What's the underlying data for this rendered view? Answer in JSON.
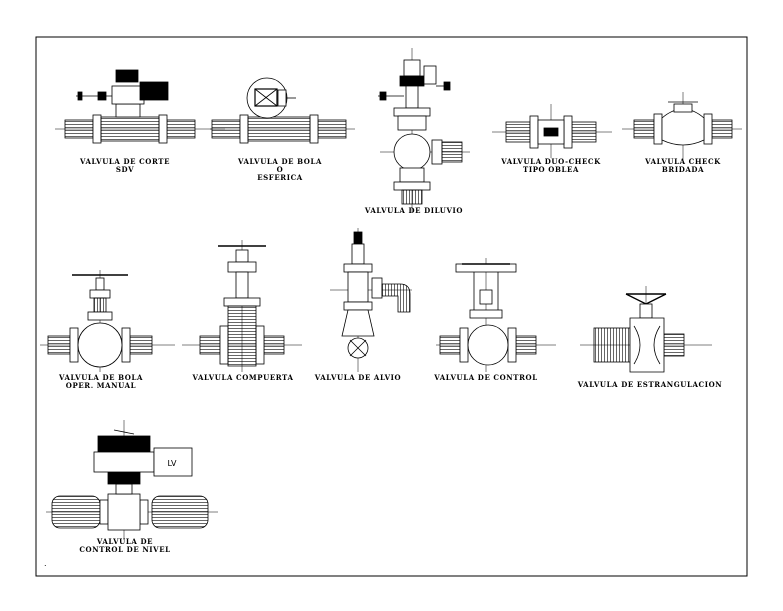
{
  "sheet": {
    "dot_label": "."
  },
  "valves": [
    {
      "key": "sdv",
      "lines": [
        "VALVULA DE CORTE",
        "SDV"
      ]
    },
    {
      "key": "bola",
      "lines": [
        "VALVULA DE BOLA",
        "O",
        "ESFERICA"
      ]
    },
    {
      "key": "diluvio",
      "lines": [
        "VALVULA DE DILUVIO"
      ]
    },
    {
      "key": "duo_check",
      "lines": [
        "VALVULA DUO-CHECK",
        "TIPO OBLEA"
      ]
    },
    {
      "key": "check",
      "lines": [
        "VALVULA CHECK",
        "BRIDADA"
      ]
    },
    {
      "key": "bola_manual",
      "lines": [
        "VALVULA DE BOLA",
        "OPER. MANUAL"
      ]
    },
    {
      "key": "compuerta",
      "lines": [
        "VALVULA COMPUERTA"
      ]
    },
    {
      "key": "alivio",
      "lines": [
        "VALVULA DE ALVIO"
      ]
    },
    {
      "key": "control",
      "lines": [
        "VALVULA DE CONTROL"
      ]
    },
    {
      "key": "estrangulacion",
      "lines": [
        "VALVULA DE ESTRANGULACION"
      ]
    },
    {
      "key": "nivel",
      "lines": [
        "VALVULA DE",
        "CONTROL DE NIVEL"
      ],
      "tag": "LV"
    }
  ]
}
